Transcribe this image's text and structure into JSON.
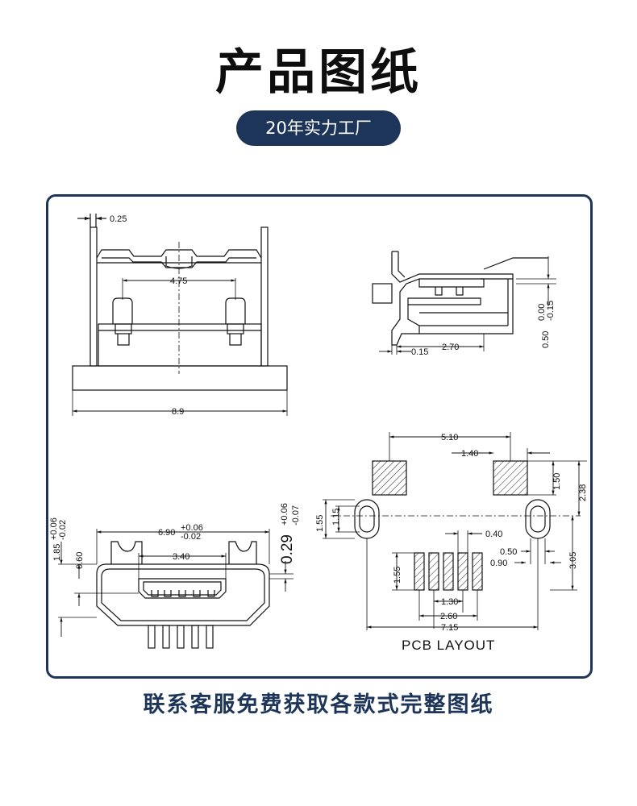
{
  "header": {
    "title": "产品图纸",
    "badge": "20年实力工厂"
  },
  "drawing": {
    "top_view": {
      "d_025": "0.25",
      "d_475": "4.75",
      "d_89": "8.9"
    },
    "side_view": {
      "d_015": "0.15",
      "d_270": "2.70",
      "d_050": "0.50",
      "d_000": "0.00",
      "d_m015": "-0.15"
    },
    "front_view": {
      "d_185": "1.85",
      "d_185_tol_plus": "+0.06",
      "d_185_tol_minus": "-0.02",
      "d_060": "0.60",
      "d_690": "6.90",
      "d_690_tol_plus": "+0.06",
      "d_690_tol_minus": "-0.02",
      "d_340": "3.40",
      "d_029": "0.29",
      "d_029_tol_plus": "+0.06",
      "d_029_tol_minus": "-0.07"
    },
    "pcb_layout": {
      "label": "PCB LAYOUT",
      "d_510": "5.10",
      "d_140": "1.40",
      "d_150": "1.50",
      "d_238": "2.38",
      "d_155a": "1.55",
      "d_115": "1.15",
      "d_040": "0.40",
      "d_050": "0.50",
      "d_090": "0.90",
      "d_305": "3.05",
      "d_155b": "1.55",
      "d_130": "1.30",
      "d_260": "2.60",
      "d_715": "7.15"
    }
  },
  "footer": {
    "text": "联系客服免费获取各款式完整图纸"
  },
  "colors": {
    "navy": "#1d3559",
    "ink": "#111111"
  }
}
